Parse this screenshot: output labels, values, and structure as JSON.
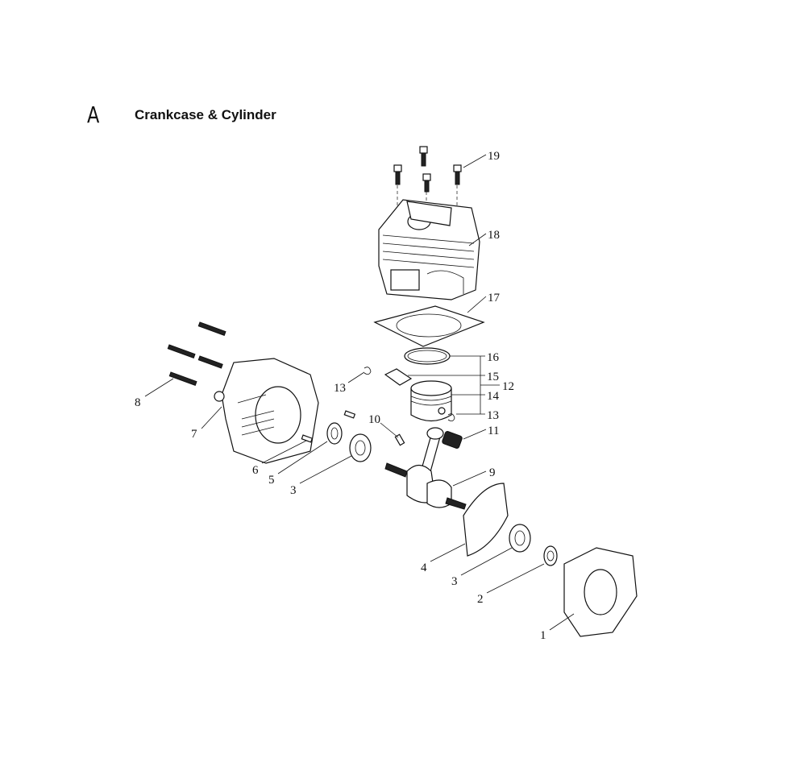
{
  "section": {
    "letter": "A",
    "title": "Crankcase & Cylinder"
  },
  "callouts": [
    {
      "id": "c19",
      "text": "19"
    },
    {
      "id": "c18",
      "text": "18"
    },
    {
      "id": "c17",
      "text": "17"
    },
    {
      "id": "c16",
      "text": "16"
    },
    {
      "id": "c15",
      "text": "15"
    },
    {
      "id": "c14",
      "text": "14"
    },
    {
      "id": "c13a",
      "text": "13"
    },
    {
      "id": "c12",
      "text": "12"
    },
    {
      "id": "c13b",
      "text": "13"
    },
    {
      "id": "c10",
      "text": "10"
    },
    {
      "id": "c11",
      "text": "11"
    },
    {
      "id": "c9",
      "text": "9"
    },
    {
      "id": "c8",
      "text": "8"
    },
    {
      "id": "c7",
      "text": "7"
    },
    {
      "id": "c6",
      "text": "6"
    },
    {
      "id": "c5",
      "text": "5"
    },
    {
      "id": "c3a",
      "text": "3"
    },
    {
      "id": "c4",
      "text": "4"
    },
    {
      "id": "c3b",
      "text": "3"
    },
    {
      "id": "c2",
      "text": "2"
    },
    {
      "id": "c1",
      "text": "1"
    }
  ]
}
